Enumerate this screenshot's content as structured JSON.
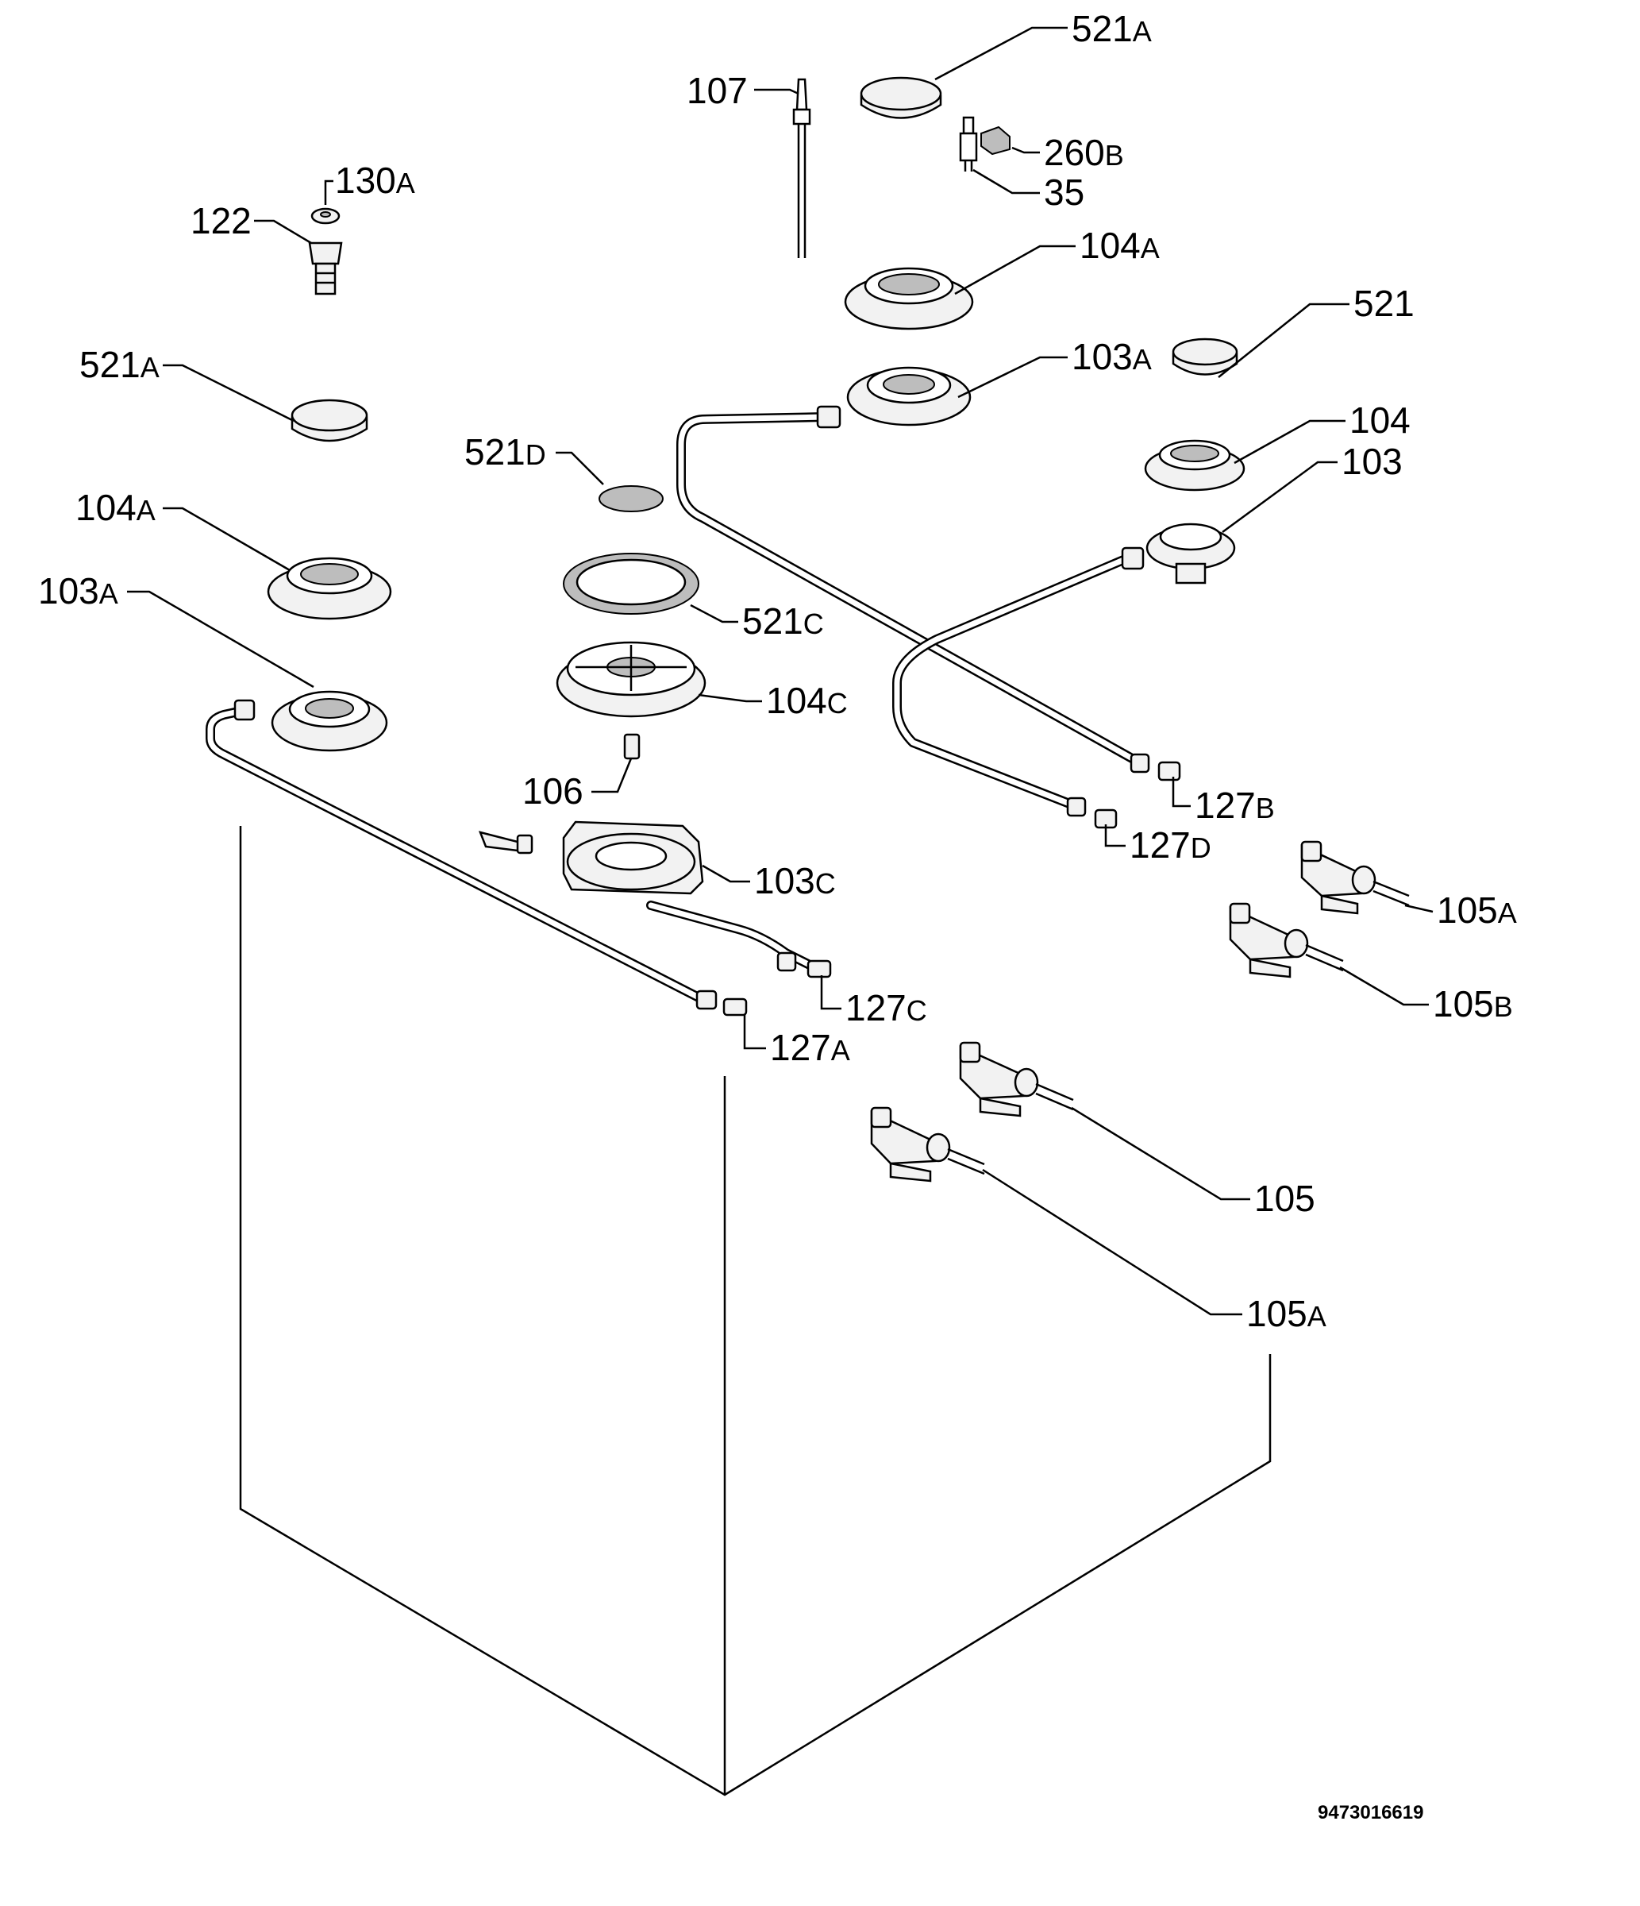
{
  "diagram": {
    "callouts": [
      {
        "id": "c-521a-top",
        "main": "521",
        "sub": "A"
      },
      {
        "id": "c-107",
        "main": "107",
        "sub": ""
      },
      {
        "id": "c-260b",
        "main": "260",
        "sub": "B"
      },
      {
        "id": "c-35",
        "main": "35",
        "sub": ""
      },
      {
        "id": "c-130a",
        "main": "130",
        "sub": "A"
      },
      {
        "id": "c-122",
        "main": "122",
        "sub": ""
      },
      {
        "id": "c-104a-top",
        "main": "104",
        "sub": "A"
      },
      {
        "id": "c-521",
        "main": "521",
        "sub": ""
      },
      {
        "id": "c-103a-top",
        "main": "103",
        "sub": "A"
      },
      {
        "id": "c-521a-left",
        "main": "521",
        "sub": "A"
      },
      {
        "id": "c-104",
        "main": "104",
        "sub": ""
      },
      {
        "id": "c-103",
        "main": "103",
        "sub": ""
      },
      {
        "id": "c-521d",
        "main": "521",
        "sub": "D"
      },
      {
        "id": "c-104a-left",
        "main": "104",
        "sub": "A"
      },
      {
        "id": "c-521c",
        "main": "521",
        "sub": "C"
      },
      {
        "id": "c-103a-left",
        "main": "103",
        "sub": "A"
      },
      {
        "id": "c-104c",
        "main": "104",
        "sub": "C"
      },
      {
        "id": "c-106",
        "main": "106",
        "sub": ""
      },
      {
        "id": "c-127b",
        "main": "127",
        "sub": "B"
      },
      {
        "id": "c-127d",
        "main": "127",
        "sub": "D"
      },
      {
        "id": "c-103c",
        "main": "103",
        "sub": "C"
      },
      {
        "id": "c-105a-right",
        "main": "105",
        "sub": "A"
      },
      {
        "id": "c-105b",
        "main": "105",
        "sub": "B"
      },
      {
        "id": "c-127c",
        "main": "127",
        "sub": "C"
      },
      {
        "id": "c-127a",
        "main": "127",
        "sub": "A"
      },
      {
        "id": "c-105",
        "main": "105",
        "sub": ""
      },
      {
        "id": "c-105a-bottom",
        "main": "105",
        "sub": "A"
      }
    ],
    "document_number": "9473016619"
  }
}
